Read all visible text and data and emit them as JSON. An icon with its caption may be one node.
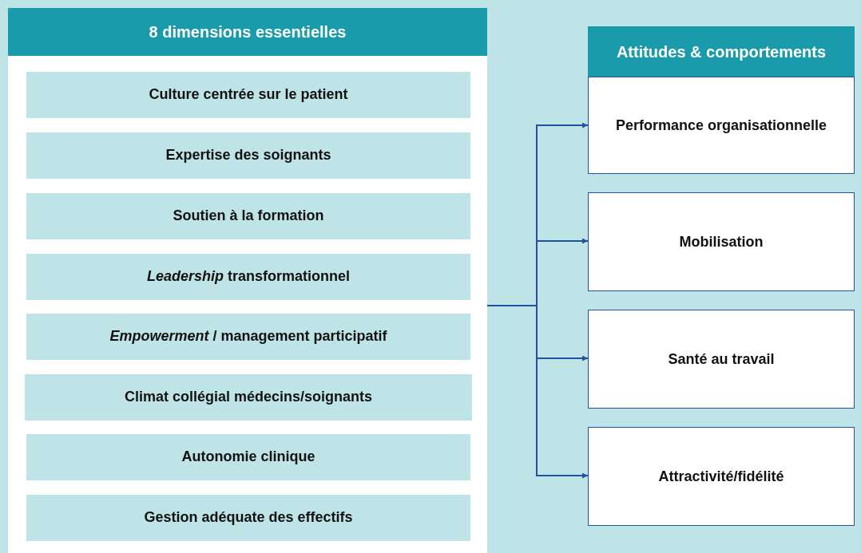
{
  "diagram": {
    "nodes": [
      {
        "text": [
          "8 dimensions essentielles"
        ]
      },
      {
        "text": [
          "Culture centrée sur le patient"
        ],
        "in": 0
      },
      {
        "text": [
          "Expertise des soignants"
        ],
        "in": 0
      },
      {
        "text": [
          "Soutien à la formation"
        ],
        "in": 0
      },
      {
        "text": [
          "*Leadership* transformationnel"
        ],
        "in": 0
      },
      {
        "text": [
          "*Empowerment* / management participatif"
        ],
        "in": 0
      },
      {
        "text": [
          "Climat collégial médecins/soignants"
        ],
        "in": 0
      },
      {
        "text": [
          "Autonomie clinique"
        ],
        "in": 0
      },
      {
        "text": [
          "Gestion adéquate des effectifs"
        ],
        "in": 0
      },
      {
        "text": [
          "Attitudes & comportements"
        ]
      },
      {
        "text": [
          "Performance organisationnelle"
        ]
      },
      {
        "text": [
          "Mobilisation"
        ]
      },
      {
        "text": [
          "Santé au travail"
        ]
      },
      {
        "text": [
          "Attractivité/fidélité"
        ]
      }
    ],
    "edges": [
      {
        "from": 0,
        "to": 10,
        "arrow": "to"
      },
      {
        "from": 0,
        "to": 11,
        "arrow": "to"
      },
      {
        "from": 0,
        "to": 12,
        "arrow": "to"
      },
      {
        "from": 0,
        "to": 13,
        "arrow": "to"
      }
    ]
  }
}
